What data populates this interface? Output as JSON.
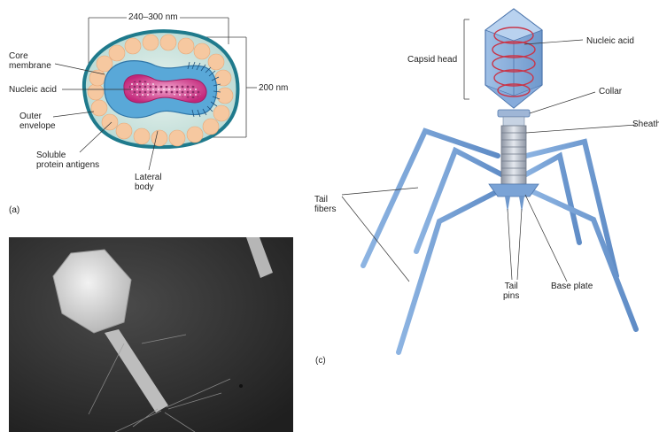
{
  "panel_a": {
    "dimension_width": "240–300 nm",
    "dimension_height": "200 nm",
    "core_membrane": "Core\nmembrane",
    "nucleic_acid": "Nucleic acid",
    "outer_envelope": "Outer\nenvelope",
    "soluble_protein_antigens": "Soluble\nprotein antigens",
    "lateral_body": "Lateral\nbody",
    "panel_letter": "(a)"
  },
  "panel_c": {
    "capsid_head": "Capsid head",
    "nucleic_acid": "Nucleic acid",
    "collar": "Collar",
    "sheath": "Sheath",
    "tail_fibers": "Tail\nfibers",
    "tail_pins": "Tail\npins",
    "base_plate": "Base plate",
    "panel_letter": "(c)"
  },
  "colors": {
    "envelope_outer": "#1f7a8c",
    "lateral_body": "#f6c8a0",
    "core_membrane": "#59a8d8",
    "nucleic_core": "#d43b8a",
    "phage_blue": "#7fa8d8",
    "nucleic_helix": "#c8364a"
  }
}
